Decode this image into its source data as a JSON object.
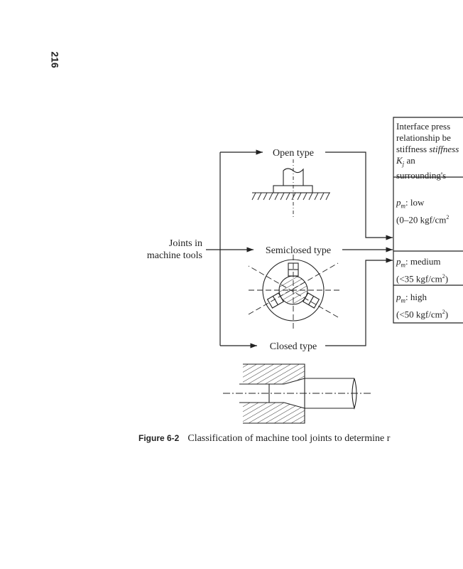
{
  "page_number": "216",
  "diagram": {
    "root": "Joints in machine tools",
    "root_lines": [
      "Joints in",
      "machine tools"
    ],
    "types": [
      "Open type",
      "Semiclosed type",
      "Closed type"
    ],
    "table": {
      "header_lines": [
        "Interface press",
        "relationship be",
        "stiffness K",
        "j",
        " an",
        "surrounding's"
      ],
      "rows": [
        {
          "label": "p",
          "sub": "m",
          "level": ": low",
          "range": "(0–20 kgf/cm",
          "sup": "2"
        },
        {
          "label": "p",
          "sub": "m",
          "level": ": medium",
          "range": "(<35 kgf/cm",
          "sup": "2",
          "close": ")"
        },
        {
          "label": "p",
          "sub": "m",
          "level": ": high",
          "range": "(<50 kgf/cm",
          "sup": "2",
          "close": ")"
        }
      ]
    }
  },
  "caption": {
    "label": "Figure 6-2",
    "text": "Classification of machine tool joints to determine r"
  }
}
